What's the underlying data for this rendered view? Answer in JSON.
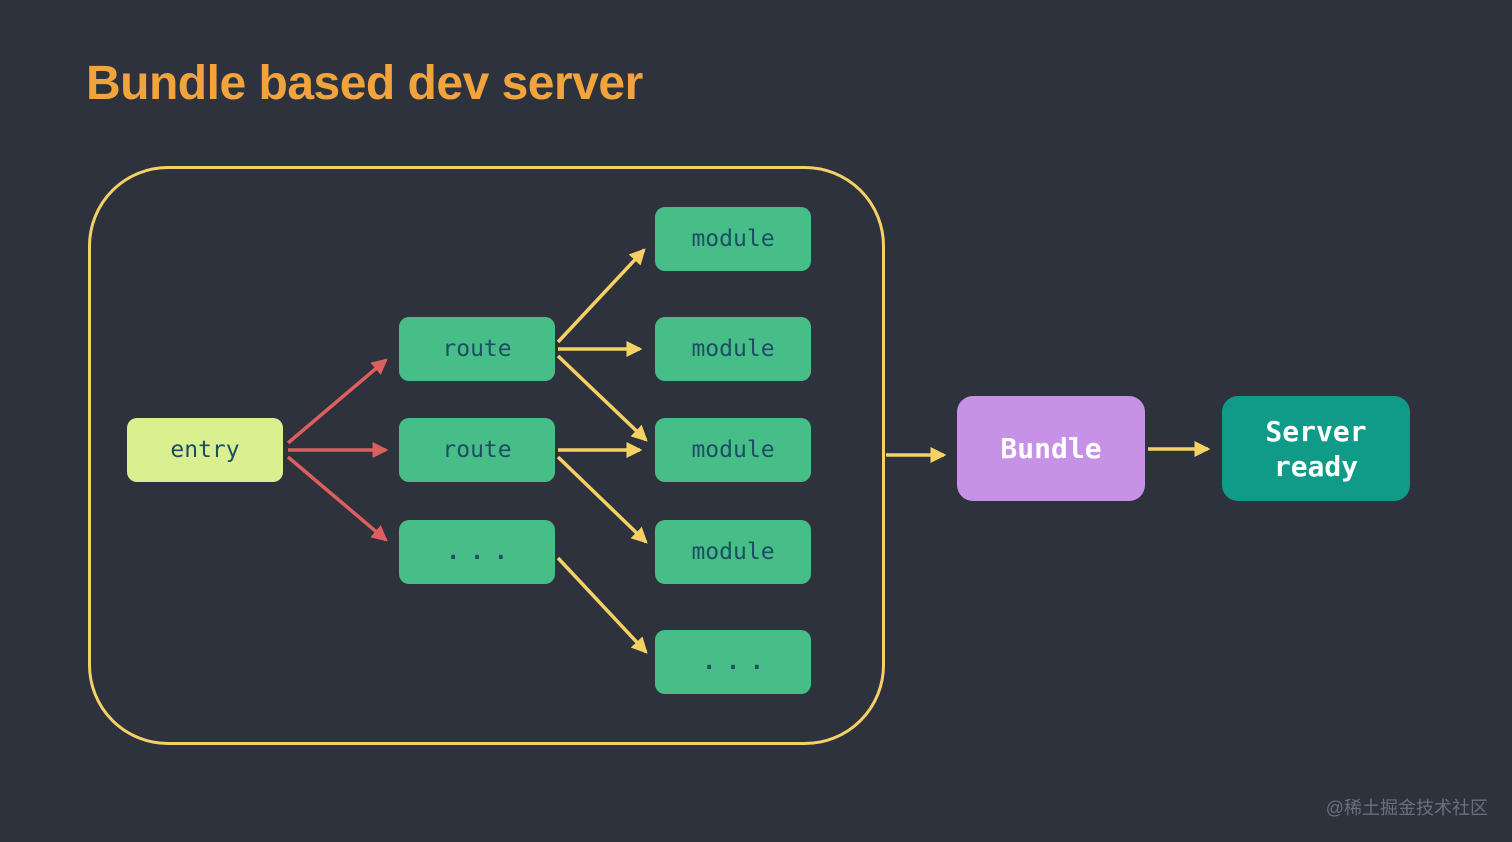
{
  "title": "Bundle based dev server",
  "watermark": "@稀土掘金技术社区",
  "colors": {
    "bg": "#2d323d",
    "title-color": "#f1a33c",
    "container-border": "#f5d164",
    "green": "#47bd88",
    "entry-green": "#d9ef90",
    "purple": "#c791e5",
    "teal": "#109a88",
    "dark-label": "#1d4e63",
    "white-label": "#ffffff",
    "red-arrow": "#dd5f5f",
    "yellow-arrow": "#f5d164",
    "watermark-color": "#69707d"
  },
  "nodes": {
    "entry": {
      "label": "entry"
    },
    "route1": {
      "label": "route"
    },
    "route2": {
      "label": "route"
    },
    "route_more": {
      "label": "..."
    },
    "module1": {
      "label": "module"
    },
    "module2": {
      "label": "module"
    },
    "module3": {
      "label": "module"
    },
    "module4": {
      "label": "module"
    },
    "module_more": {
      "label": "..."
    },
    "bundle": {
      "label": "Bundle"
    },
    "server": {
      "label": "Server ready"
    }
  }
}
